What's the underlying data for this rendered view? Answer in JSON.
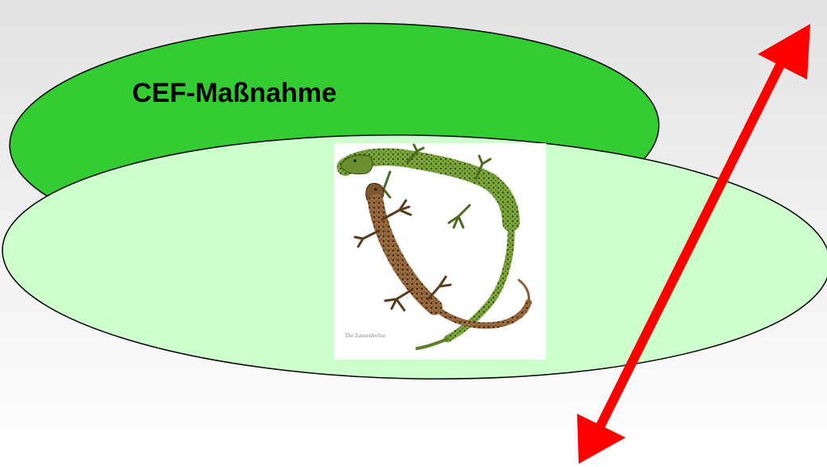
{
  "diagram": {
    "measure_label": "CEF-Maßnahme",
    "image_caption": "Die Zauneidechse",
    "colors": {
      "upper_ellipse_fill": "#33cc33",
      "lower_ellipse_fill": "#ccffcc",
      "outline": "#000000",
      "arrow": "#ff0000"
    },
    "icons": {
      "image": "lizard-illustration",
      "arrow": "double-headed-arrow"
    }
  }
}
